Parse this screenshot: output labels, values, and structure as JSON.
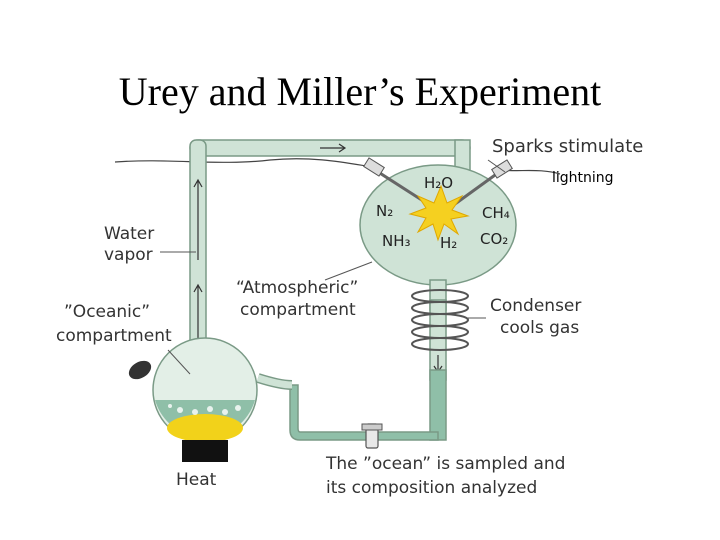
{
  "title": "Urey and Miller’s Experiment",
  "labels": {
    "sparks": "Sparks stimulate",
    "lightning": "lightning",
    "water_vapor_1": "Water",
    "water_vapor_2": "vapor",
    "oceanic_1": "”Oceanic”",
    "oceanic_2": "compartment",
    "atmospheric_1": "“Atmospheric”",
    "atmospheric_2": "compartment",
    "condenser_1": "Condenser",
    "condenser_2": "cools gas",
    "heat": "Heat",
    "ocean_sampled_1": "The ”ocean” is sampled and",
    "ocean_sampled_2": "its composition analyzed"
  },
  "chemicals": {
    "h2o": "H₂O",
    "n2": "N₂",
    "ch4": "CH₄",
    "nh3": "NH₃",
    "h2": "H₂",
    "co2": "CO₂"
  },
  "colors": {
    "tube_fill": "#cfe3d6",
    "tube_stroke": "#7a9a86",
    "water": "#8fbfa8",
    "spark": "#f5d020",
    "heat_glow": "#f2d21a"
  }
}
